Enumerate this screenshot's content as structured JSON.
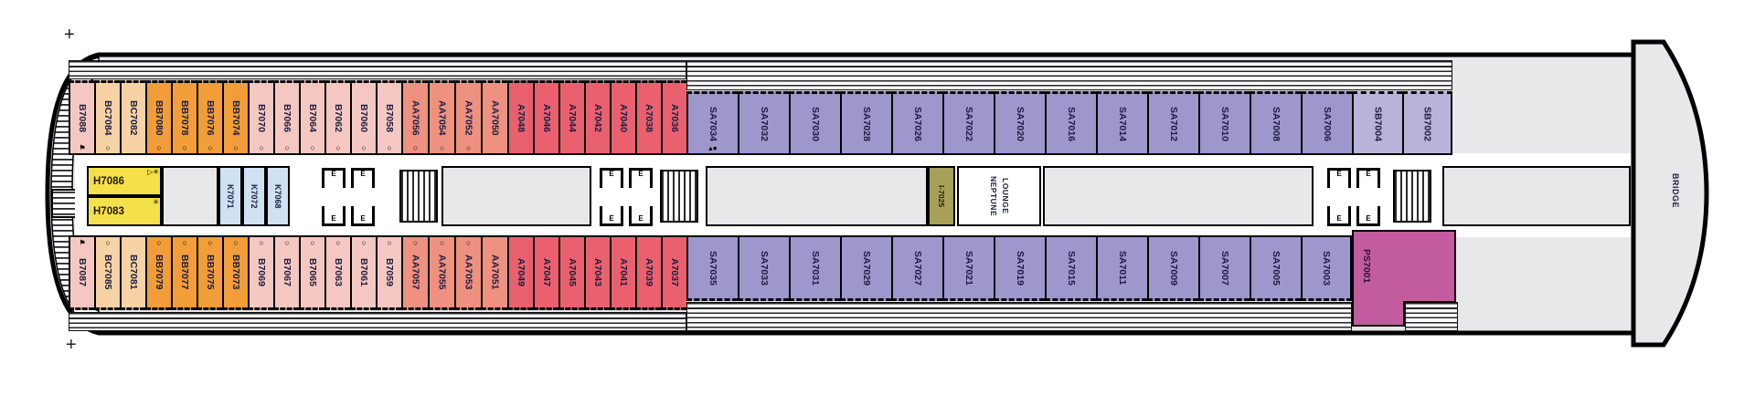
{
  "palette": {
    "B": "#f4c8c1",
    "BC": "#f6d2a4",
    "BB": "#f09d3a",
    "AA": "#ee9181",
    "A": "#e9616f",
    "SA": "#9e97cc",
    "SB": "#b9b2d9",
    "PS": "#c25c9e",
    "H": "#f4e04a",
    "K": "#cfe1f2",
    "I": "#a6a157"
  },
  "symbols": {
    "flag": "⚑",
    "circle": "○",
    "tri-dot": "▴●",
    "star": "✳",
    "tri-star": "▷✳"
  },
  "labels": {
    "bridge": "BRIDGE",
    "lounge_line1": "NEPTUNE",
    "lounge_line2": "LOUNGE",
    "elevator": "E",
    "reg_mark_top": "+",
    "reg_mark_bottom": "+"
  },
  "cabins": {
    "top_row": [
      {
        "id": "B7088",
        "cat": "B",
        "sym": "flag"
      },
      {
        "id": "BC7084",
        "cat": "BC",
        "sym": "circle"
      },
      {
        "id": "BC7082",
        "cat": "BC"
      },
      {
        "id": "BB7080",
        "cat": "BB",
        "sym": "circle"
      },
      {
        "id": "BB7078",
        "cat": "BB",
        "sym": "circle"
      },
      {
        "id": "BB7076",
        "cat": "BB",
        "sym": "circle"
      },
      {
        "id": "BB7074",
        "cat": "BB",
        "sym": "circle"
      },
      {
        "id": "B7070",
        "cat": "B",
        "sym": "circle"
      },
      {
        "id": "B7066",
        "cat": "B",
        "sym": "circle"
      },
      {
        "id": "B7064",
        "cat": "B",
        "sym": "circle"
      },
      {
        "id": "B7062",
        "cat": "B",
        "sym": "circle"
      },
      {
        "id": "B7060",
        "cat": "B",
        "sym": "circle"
      },
      {
        "id": "B7058",
        "cat": "B",
        "sym": "circle"
      },
      {
        "id": "AA7056",
        "cat": "AA",
        "sym": "circle"
      },
      {
        "id": "AA7054",
        "cat": "AA",
        "sym": "circle"
      },
      {
        "id": "AA7052",
        "cat": "AA",
        "sym": "circle"
      },
      {
        "id": "AA7050",
        "cat": "AA"
      },
      {
        "id": "A7048",
        "cat": "A"
      },
      {
        "id": "A7046",
        "cat": "A"
      },
      {
        "id": "A7044",
        "cat": "A"
      },
      {
        "id": "A7042",
        "cat": "A"
      },
      {
        "id": "A7040",
        "cat": "A"
      },
      {
        "id": "A7038",
        "cat": "A"
      },
      {
        "id": "A7036",
        "cat": "A"
      },
      {
        "id": "SA7034",
        "cat": "SA",
        "sym": "tri-dot"
      },
      {
        "id": "SA7032",
        "cat": "SA"
      },
      {
        "id": "SA7030",
        "cat": "SA"
      },
      {
        "id": "SA7028",
        "cat": "SA"
      },
      {
        "id": "SA7026",
        "cat": "SA"
      },
      {
        "id": "SA7022",
        "cat": "SA"
      },
      {
        "id": "SA7020",
        "cat": "SA"
      },
      {
        "id": "SA7016",
        "cat": "SA"
      },
      {
        "id": "SA7014",
        "cat": "SA"
      },
      {
        "id": "SA7012",
        "cat": "SA"
      },
      {
        "id": "SA7010",
        "cat": "SA"
      },
      {
        "id": "SA7008",
        "cat": "SA"
      },
      {
        "id": "SA7006",
        "cat": "SA"
      },
      {
        "id": "SB7004",
        "cat": "SB"
      },
      {
        "id": "SB7002",
        "cat": "SB"
      }
    ],
    "bottom_row": [
      {
        "id": "B7087",
        "cat": "B",
        "sym": "flag"
      },
      {
        "id": "BC7085",
        "cat": "BC",
        "sym": "circle"
      },
      {
        "id": "BC7081",
        "cat": "BC"
      },
      {
        "id": "BB7079",
        "cat": "BB",
        "sym": "circle"
      },
      {
        "id": "BB7077",
        "cat": "BB",
        "sym": "circle"
      },
      {
        "id": "BB7075",
        "cat": "BB",
        "sym": "circle"
      },
      {
        "id": "BB7073",
        "cat": "BB",
        "sym": "circle"
      },
      {
        "id": "B7069",
        "cat": "B",
        "sym": "circle"
      },
      {
        "id": "B7067",
        "cat": "B",
        "sym": "circle"
      },
      {
        "id": "B7065",
        "cat": "B",
        "sym": "circle"
      },
      {
        "id": "B7063",
        "cat": "B",
        "sym": "circle"
      },
      {
        "id": "B7061",
        "cat": "B",
        "sym": "circle"
      },
      {
        "id": "B7059",
        "cat": "B",
        "sym": "circle"
      },
      {
        "id": "AA7057",
        "cat": "AA",
        "sym": "circle"
      },
      {
        "id": "AA7055",
        "cat": "AA",
        "sym": "circle"
      },
      {
        "id": "AA7053",
        "cat": "AA",
        "sym": "circle"
      },
      {
        "id": "AA7051",
        "cat": "AA"
      },
      {
        "id": "A7049",
        "cat": "A"
      },
      {
        "id": "A7047",
        "cat": "A"
      },
      {
        "id": "A7045",
        "cat": "A"
      },
      {
        "id": "A7043",
        "cat": "A"
      },
      {
        "id": "A7041",
        "cat": "A"
      },
      {
        "id": "A7039",
        "cat": "A"
      },
      {
        "id": "A7037",
        "cat": "A"
      },
      {
        "id": "SA7035",
        "cat": "SA"
      },
      {
        "id": "SA7033",
        "cat": "SA"
      },
      {
        "id": "SA7031",
        "cat": "SA"
      },
      {
        "id": "SA7029",
        "cat": "SA"
      },
      {
        "id": "SA7027",
        "cat": "SA"
      },
      {
        "id": "SA7021",
        "cat": "SA"
      },
      {
        "id": "SA7019",
        "cat": "SA"
      },
      {
        "id": "SA7015",
        "cat": "SA"
      },
      {
        "id": "SA7011",
        "cat": "SA"
      },
      {
        "id": "SA7009",
        "cat": "SA"
      },
      {
        "id": "SA7007",
        "cat": "SA"
      },
      {
        "id": "SA7005",
        "cat": "SA"
      },
      {
        "id": "SA7003",
        "cat": "SA"
      }
    ],
    "mid_h": [
      {
        "id": "H7086",
        "cat": "H",
        "sym": "tri-star"
      },
      {
        "id": "H7083",
        "cat": "H",
        "sym": "star"
      }
    ],
    "mid_k": [
      {
        "id": "K7071",
        "cat": "K"
      },
      {
        "id": "K7072",
        "cat": "K"
      },
      {
        "id": "K7068",
        "cat": "K"
      }
    ],
    "mid_i": {
      "id": "I-7025",
      "cat": "I"
    },
    "suite": {
      "id": "PS7001",
      "cat": "PS"
    }
  }
}
